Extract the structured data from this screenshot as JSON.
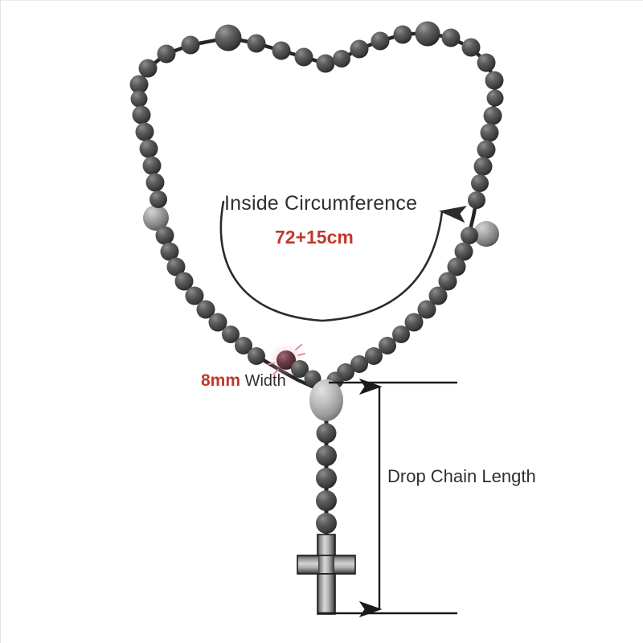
{
  "diagram": {
    "title": "Rosary Necklace Size Diagram",
    "background_color": "#ffffff",
    "bead_color": "#4a4a4a",
    "accent_color": "#c0392b",
    "text_color": "#2f2f2f",
    "highlight_bead_color": "#6b3a4a"
  },
  "labels": {
    "inside_circumference": "Inside Circumference",
    "size_value": "72+15cm",
    "width_value": "8mm",
    "width_word": "Width",
    "drop_chain_length": "Drop Chain Length"
  },
  "chart_data": {
    "type": "diagram",
    "title": "Rosary Necklace Size Diagram",
    "annotations": [
      {
        "name": "inside-circumference",
        "text": "Inside Circumference",
        "value": "72+15cm",
        "unit": "cm",
        "color": "#c0392b"
      },
      {
        "name": "bead-width",
        "text": "Width",
        "value": "8mm",
        "unit": "mm",
        "color": "#c0392b"
      },
      {
        "name": "drop-chain-length",
        "text": "Drop Chain Length",
        "value": "",
        "unit": "",
        "color": "#2f2f2f"
      }
    ],
    "components": [
      {
        "name": "heart-bead-loop",
        "bead_count": 48,
        "bead_diameter_mm": 8
      },
      {
        "name": "drop-chain",
        "bead_count": 6
      },
      {
        "name": "cross-pendant",
        "material": "silver"
      },
      {
        "name": "oval-connector-bead",
        "count": 1
      },
      {
        "name": "highlighted-bead",
        "count": 1,
        "color": "#6b3a4a"
      }
    ]
  }
}
